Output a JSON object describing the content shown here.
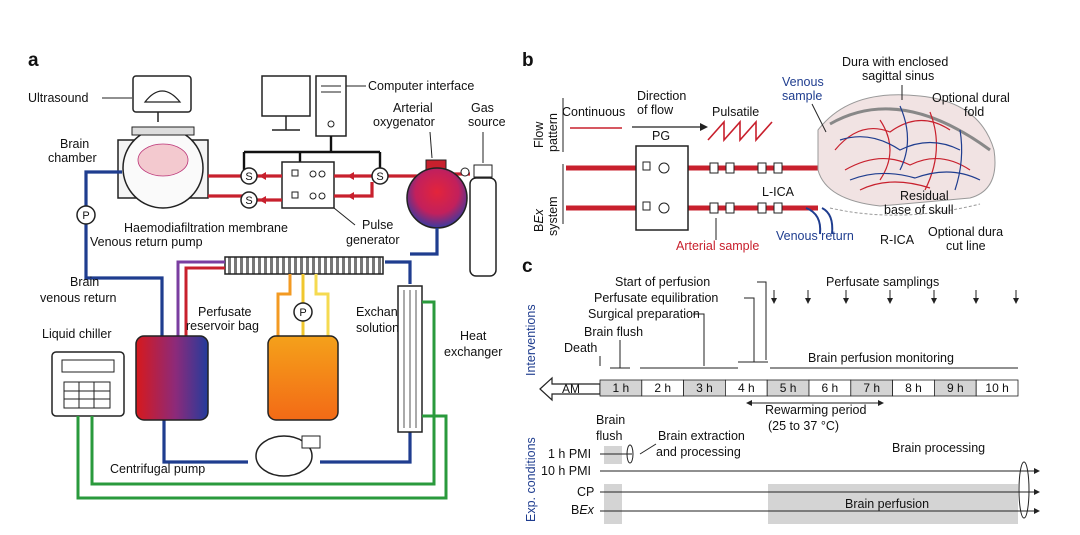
{
  "panels": {
    "a": "a",
    "b": "b",
    "c": "c"
  },
  "a": {
    "ultrasound": "Ultrasound",
    "brain_chamber": [
      "Brain",
      "chamber"
    ],
    "computer_interface": "Computer interface",
    "arterial_oxygenator": [
      "Arterial",
      "oxygenator"
    ],
    "gas_source": [
      "Gas",
      "source"
    ],
    "haemodiafiltration": "Haemodiafiltration membrane",
    "pulse_generator": [
      "Pulse",
      "generator"
    ],
    "venous_return_pump": "Venous return pump",
    "pump_p": "P",
    "valve_s": "S",
    "brain_venous_return": [
      "Brain",
      "venous return"
    ],
    "perfusate_reservoir": [
      "Perfusate",
      "reservoir bag"
    ],
    "exchange_solution": [
      "Exchange",
      "solution"
    ],
    "liquid_chiller": "Liquid chiller",
    "heat_exchanger": [
      "Heat",
      "exchanger"
    ],
    "centrifugal_pump": "Centrifugal pump"
  },
  "b": {
    "flow_pattern": [
      "Flow",
      "pattern"
    ],
    "bex_system_1": "B",
    "bex_system_2": "Ex",
    "bex_system_3": "system",
    "continuous": "Continuous",
    "direction_of_flow": [
      "Direction",
      "of flow"
    ],
    "pulsatile": "Pulsatile",
    "pg": "PG",
    "venous_sample": [
      "Venous",
      "sample"
    ],
    "dura": [
      "Dura with enclosed",
      "sagittal sinus"
    ],
    "optional_dural_fold": [
      "Optional dural",
      "fold"
    ],
    "l_ica": "L-ICA",
    "residual_base": [
      "Residual",
      "base of skull"
    ],
    "arterial_sample": "Arterial sample",
    "venous_return": "Venous return",
    "r_ica": "R-ICA",
    "optional_dura_cut": [
      "Optional dura",
      "cut line"
    ]
  },
  "c": {
    "interventions": "Interventions",
    "exp_conditions": "Exp. conditions",
    "start_of_perfusion": "Start of perfusion",
    "perfusate_equilibration": "Perfusate equilibration",
    "surgical_preparation": "Surgical preparation",
    "brain_flush": "Brain flush",
    "death": "Death",
    "perfusate_samplings": "Perfusate samplings",
    "brain_perfusion_monitoring": "Brain perfusion monitoring",
    "am": "AM",
    "hours": [
      "1 h",
      "2 h",
      "3 h",
      "4 h",
      "5 h",
      "6 h",
      "7 h",
      "8 h",
      "9 h",
      "10 h"
    ],
    "rewarming": "Rewarming period",
    "rewarming_range": "(25 to 37 °C)",
    "brain_flush_2": [
      "Brain",
      "flush"
    ],
    "brain_extraction": [
      "Brain extraction",
      "and processing"
    ],
    "brain_processing": "Brain processing",
    "rows": [
      "1 h PMI",
      "10 h PMI",
      "CP"
    ],
    "row_bex_1": "B",
    "row_bex_2": "Ex",
    "brain_perfusion": "Brain perfusion"
  },
  "colors": {
    "artery": "#c8202d",
    "vein": "#1f3d8f",
    "green": "#2a9a3c",
    "gray": "#d4d4d4"
  }
}
